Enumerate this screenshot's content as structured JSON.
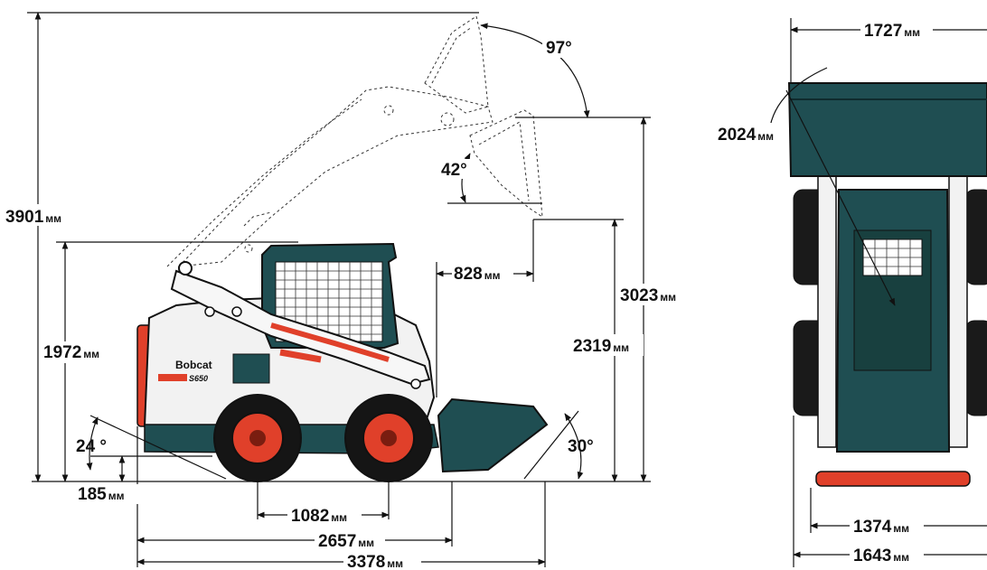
{
  "machine": {
    "brand": "Bobcat",
    "model": "S650",
    "colors": {
      "body": "#1f4e52",
      "accent_red": "#e0402a",
      "tire": "#151515",
      "rim": "#e0402a",
      "frame": "#f2f2f2",
      "line": "#111111"
    }
  },
  "side_view": {
    "total_height": "3901",
    "cab_height": "1972",
    "ground_clearance": "185",
    "wheelbase": "1082",
    "length_without_bucket": "2657",
    "length_with_bucket": "3378",
    "dump_reach": "828",
    "dump_height": "2319",
    "hinge_pin_height": "3023",
    "rollback_angle": "97°",
    "dump_angle": "42°",
    "departure_angle": "24 °",
    "bucket_angle": "30°"
  },
  "front_view": {
    "bucket_width": "1727",
    "turning_circle": "2024",
    "track_width": "1374",
    "overall_width": "1643"
  },
  "unit_label": "мм"
}
